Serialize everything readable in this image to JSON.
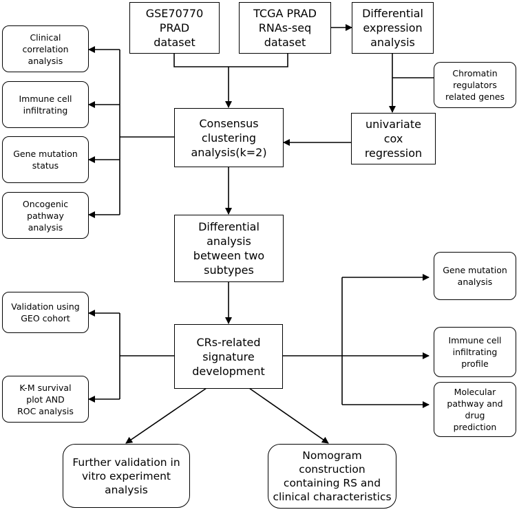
{
  "boxes": {
    "gse": "GSE70770\nPRAD\ndataset",
    "tcga": "TCGA PRAD\nRNAs-seq\ndataset",
    "diff_expr": "Differential\nexpression\nanalysis",
    "chromatin": "Chromatin\nregulators\nrelated genes",
    "univariate": "univariate\ncox\nregression",
    "consensus": "Consensus\nclustering\nanalysis(k=2)",
    "diff_analysis": "Differential\nanalysis\nbetween two\nsubtypes",
    "crs_signature": "CRs-related\nsignature\ndevelopment",
    "clinical": "Clinical\ncorrelation\nanalysis",
    "immune_infiltrating": "Immune cell\ninfiltrating",
    "gene_mutation_status": "Gene mutation\nstatus",
    "oncogenic": "Oncogenic\npathway\nanalysis",
    "validation_geo": "Validation using\nGEO cohort",
    "km_roc": "K-M survival\nplot AND\nROC analysis",
    "gene_mutation_analysis": "Gene mutation\nanalysis",
    "immune_profile": "Immune cell\ninfiltrating\nprofile",
    "molecular_pathway": "Molecular\npathway and\ndrug\nprediction",
    "further_validation": "Further validation in\nvitro experiment\nanalysis",
    "nomogram": "Nomogram\nconstruction\ncontaining RS and\nclinical characteristics"
  }
}
